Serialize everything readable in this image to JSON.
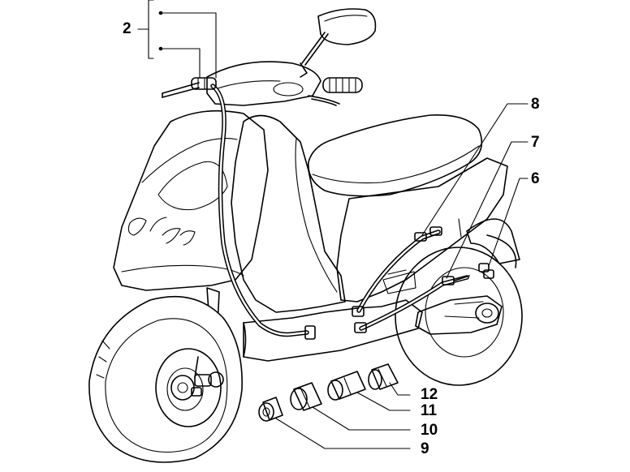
{
  "callouts": [
    {
      "id": "2",
      "text": "2"
    },
    {
      "id": "8",
      "text": "8"
    },
    {
      "id": "7",
      "text": "7"
    },
    {
      "id": "6",
      "text": "6"
    },
    {
      "id": "12",
      "text": "12"
    },
    {
      "id": "11",
      "text": "11"
    },
    {
      "id": "10",
      "text": "10"
    },
    {
      "id": "9",
      "text": "9"
    }
  ]
}
